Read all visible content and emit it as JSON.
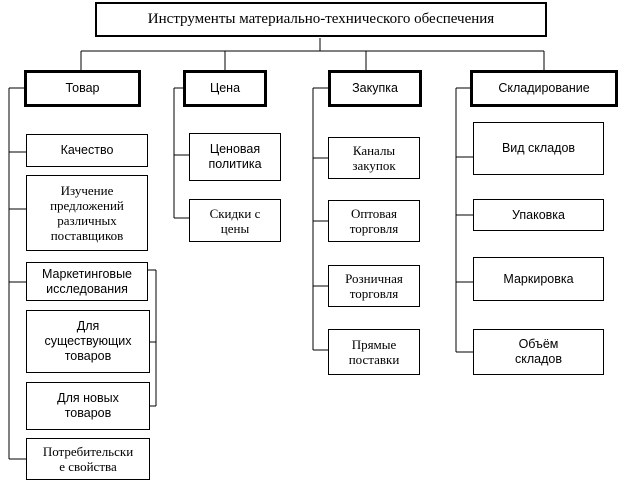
{
  "title": "Инструменты материально-технического обеспечения",
  "columns": [
    {
      "header": "Товар",
      "items": [
        "Качество",
        "Изучение\nпредложений\nразличных\nпоставщиков",
        "Маркетинговые\nисследования",
        "Для\nсуществующих\nтоваров",
        "Для новых\nтоваров",
        "Потребительски\nе свойства"
      ]
    },
    {
      "header": "Цена",
      "items": [
        "Ценовая\nполитика",
        "Скидки с\nцены"
      ]
    },
    {
      "header": "Закупка",
      "items": [
        "Каналы\nзакупок",
        "Оптовая\nторговля",
        "Розничная\nторговля",
        "Прямые\nпоставки"
      ]
    },
    {
      "header": "Складирование",
      "items": [
        "Вид складов",
        "Упаковка",
        "Маркировка",
        "Объём\nскладов"
      ]
    }
  ]
}
